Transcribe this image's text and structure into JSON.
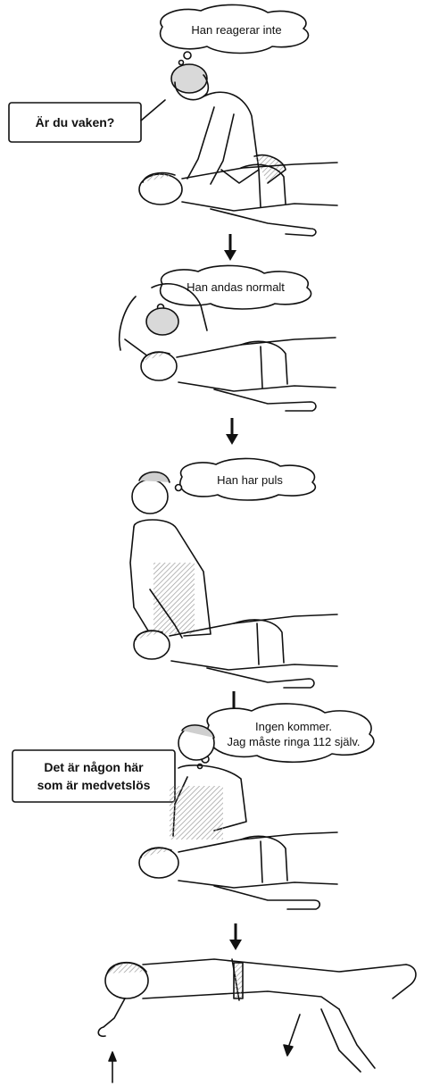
{
  "steps": [
    {
      "thought": "Han reagerar inte",
      "speech": "Är du vaken?"
    },
    {
      "thought": "Han andas normalt"
    },
    {
      "thought": "Han har puls"
    },
    {
      "thought_line1": "Ingen kommer.",
      "thought_line2": "Jag måste ringa 112 själv.",
      "speech_line1": "Det är någon här",
      "speech_line2": "som är medvetslös"
    },
    {
      "illustration": "recovery-position"
    }
  ],
  "colors": {
    "ink": "#111111",
    "shade": "#b8b8b8",
    "paper": "#ffffff"
  }
}
